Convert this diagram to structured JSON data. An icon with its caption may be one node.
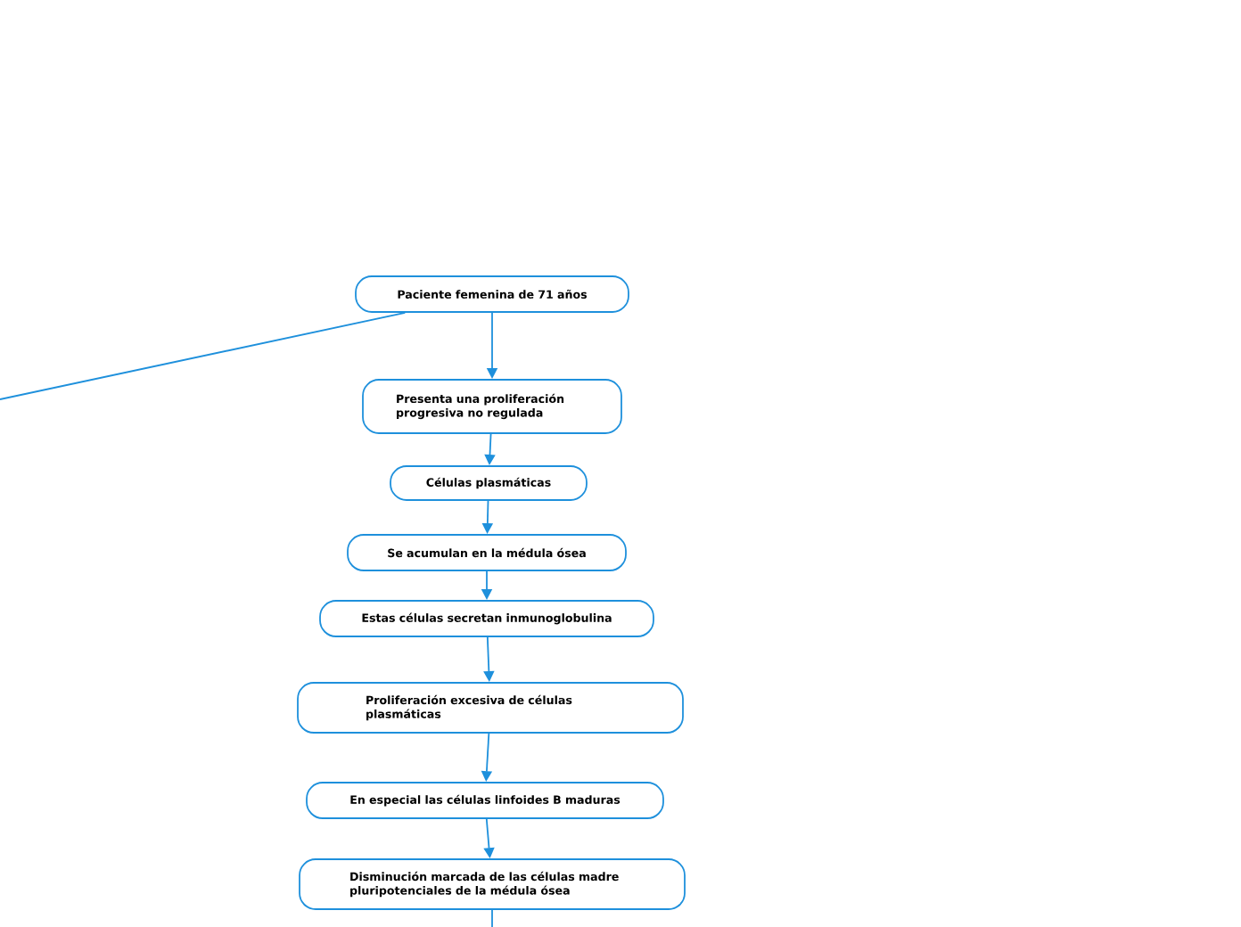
{
  "diagram": {
    "nodes": [
      {
        "text": [
          "Paciente femenina de 71 años"
        ]
      },
      {
        "text": [
          "Presenta una proliferación progresiva no regulada"
        ]
      },
      {
        "text": [
          "Células plasmáticas"
        ]
      },
      {
        "text": [
          "Se acumulan en la médula ósea"
        ]
      },
      {
        "text": [
          "Estas células secretan inmunoglobulina"
        ]
      },
      {
        "text": [
          "Proliferación excesiva de células plasmáticas"
        ]
      },
      {
        "text": [
          "En especial las células linfoides B maduras"
        ]
      },
      {
        "text": [
          "Disminución marcada de las células madre pluripotenciales de la médula ósea"
        ]
      }
    ],
    "edges": [
      {
        "from": 0,
        "to": null,
        "arrow": "none"
      },
      {
        "from": 0,
        "to": 1,
        "arrow": "to"
      },
      {
        "from": 1,
        "to": 2,
        "arrow": "to"
      },
      {
        "from": 2,
        "to": 3,
        "arrow": "to"
      },
      {
        "from": 3,
        "to": 4,
        "arrow": "to"
      },
      {
        "from": 4,
        "to": 5,
        "arrow": "to"
      },
      {
        "from": 5,
        "to": 6,
        "arrow": "to"
      },
      {
        "from": 6,
        "to": 7,
        "arrow": "to"
      },
      {
        "from": 7,
        "to": null,
        "arrow": "none"
      }
    ]
  }
}
